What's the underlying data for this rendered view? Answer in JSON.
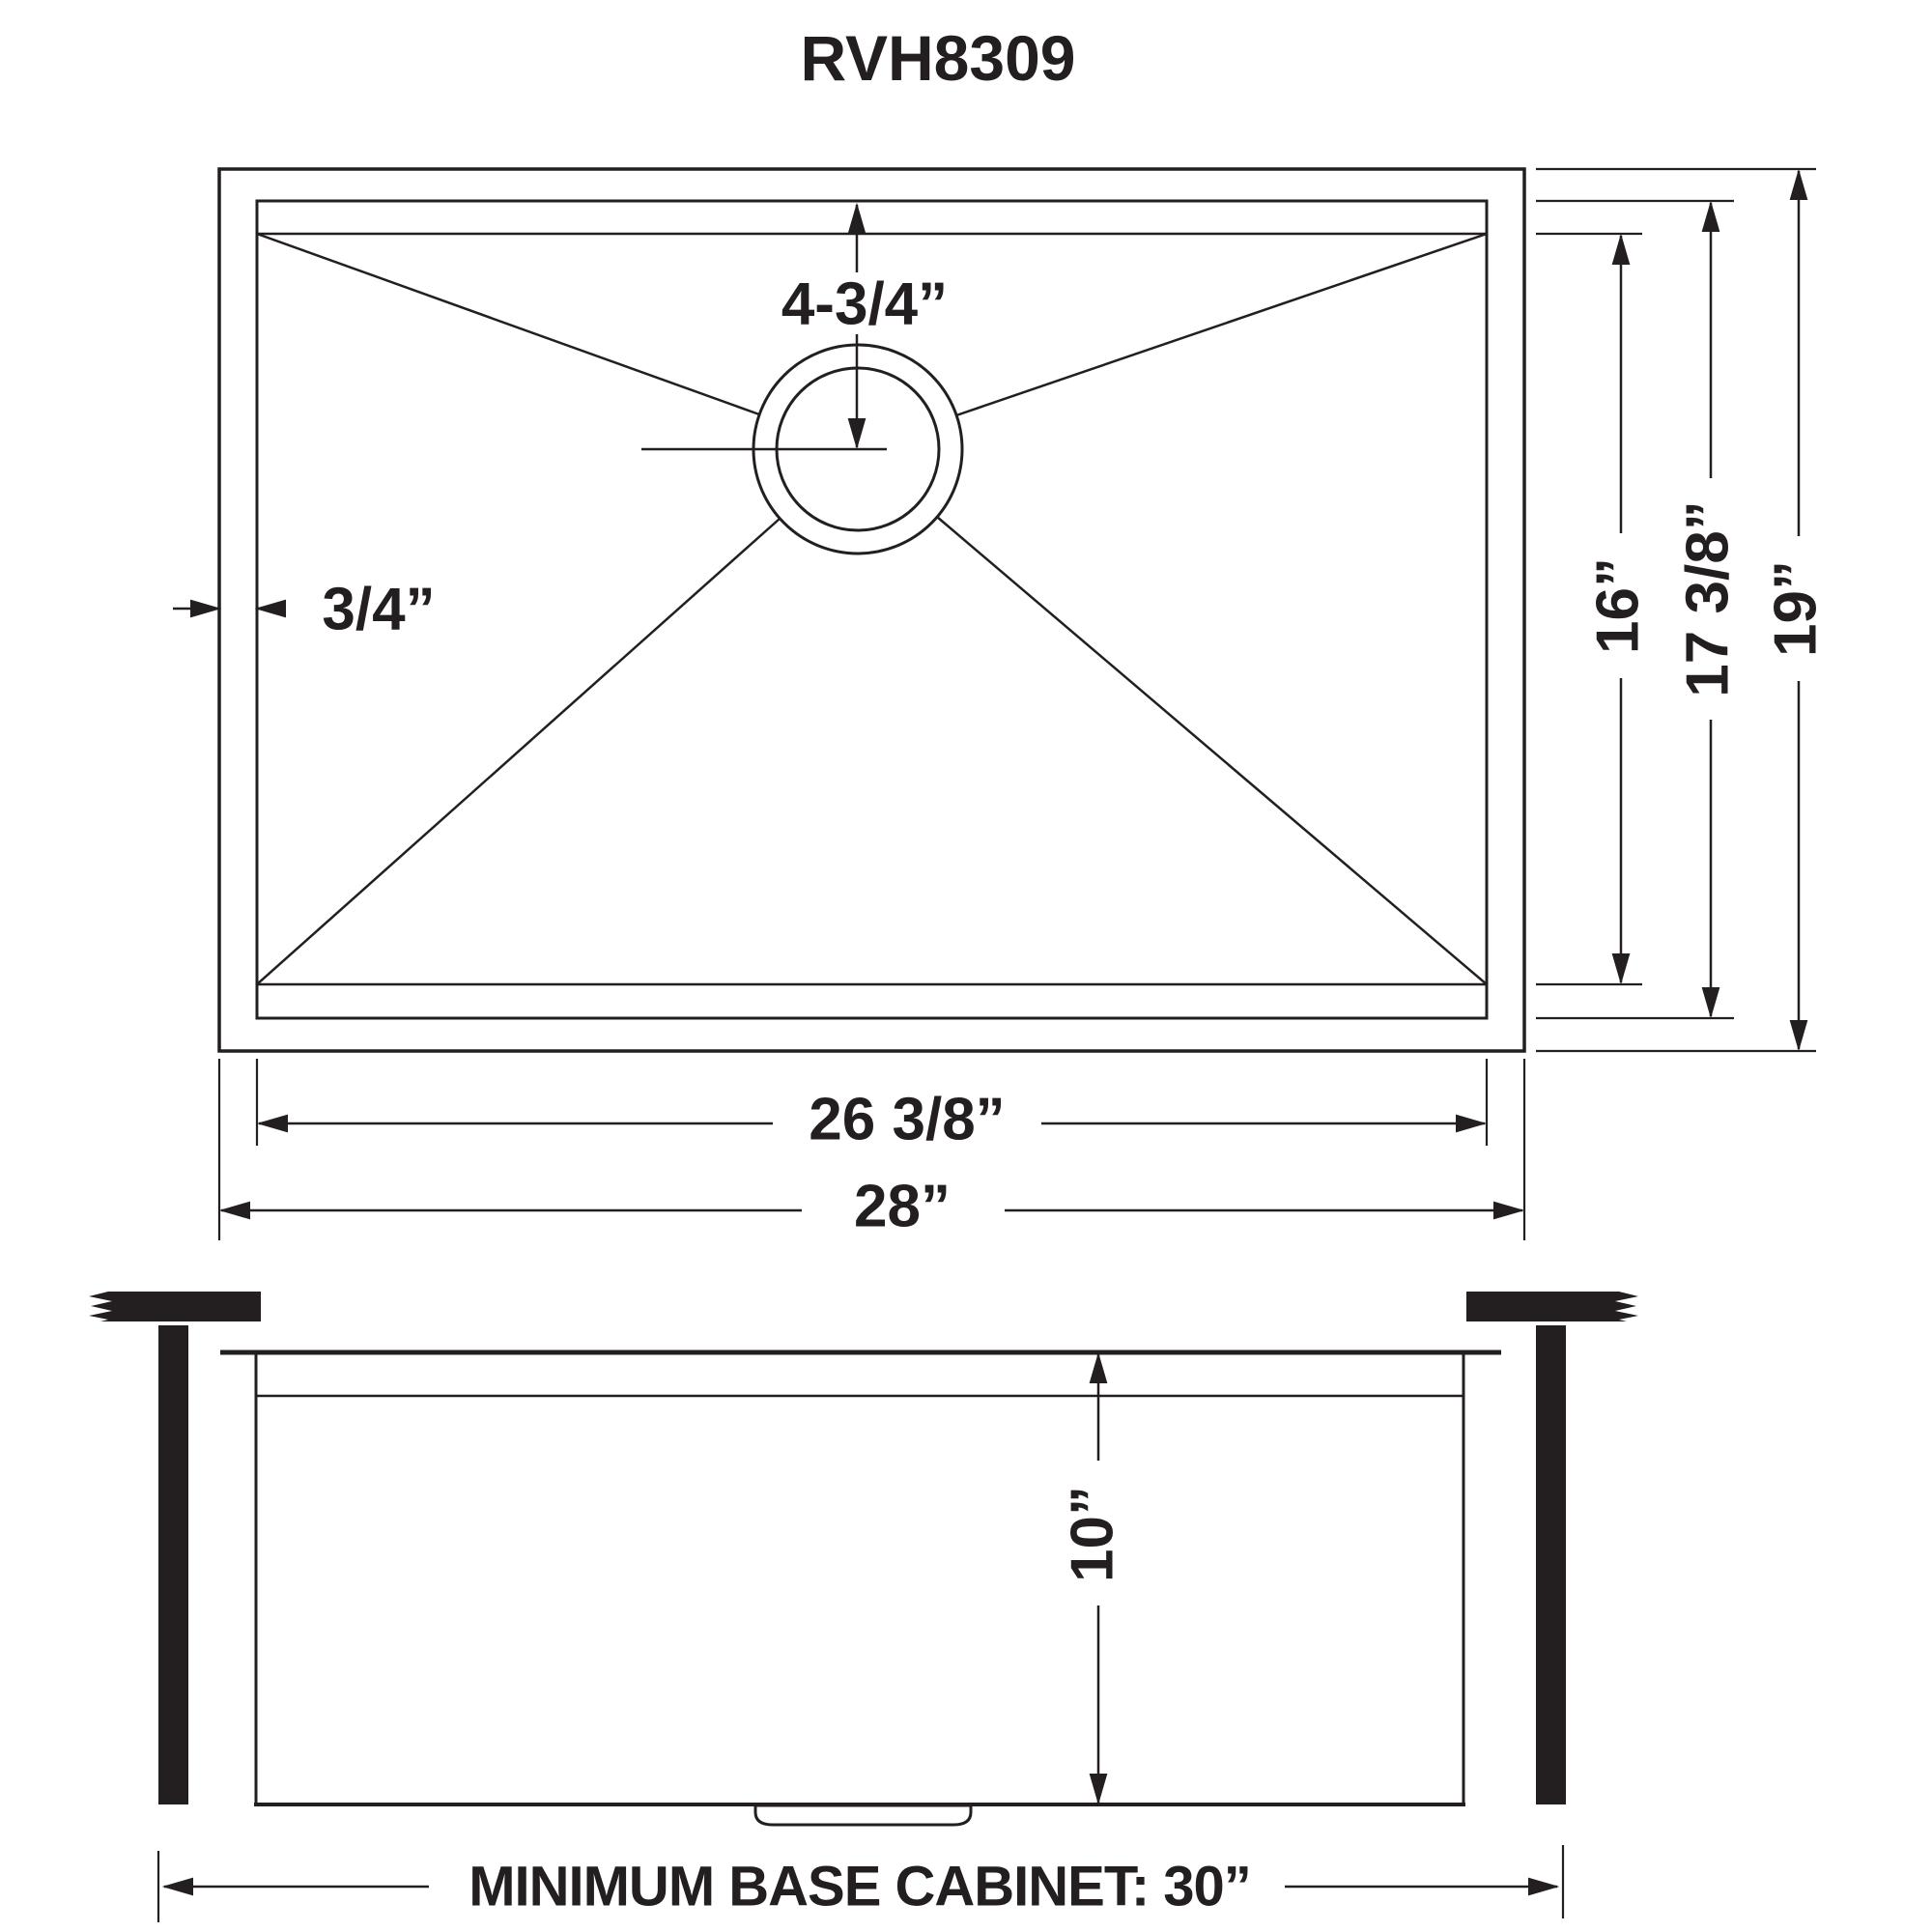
{
  "title": "RVH8309",
  "colors": {
    "ink": "#231f20",
    "background": "#ffffff"
  },
  "top_view": {
    "drain_offset_label": "4-3/4”",
    "rim_inset_label": "3/4”",
    "inner_width_label": "26 3/8”",
    "outer_width_label": "28”",
    "bowl_inner_depth_label": "16”",
    "bowl_outer_depth_label": "17 3/8”",
    "overall_depth_label": "19”"
  },
  "section_view": {
    "bowl_depth_label": "10”",
    "base_cabinet_label": "MINIMUM BASE CABINET: 30”"
  }
}
